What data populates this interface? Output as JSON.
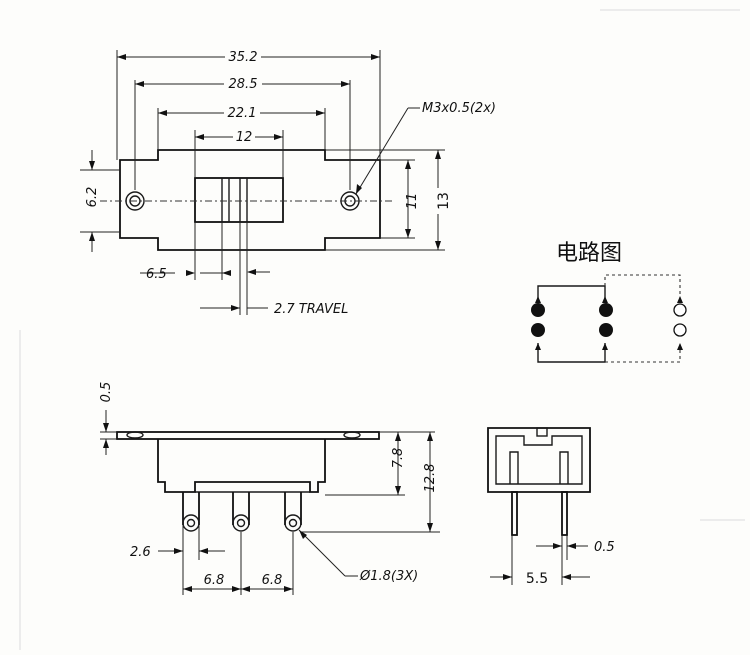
{
  "top_view": {
    "overall_width": "35.2",
    "mount_hole_pitch": "28.5",
    "inner_width": "22.1",
    "slider_width": "12",
    "hole_label": "M3x0.5(2x)",
    "height_inner": "11",
    "height_overall": "13",
    "flange_height": "6.2",
    "offset": "6.5",
    "travel": "2.7 TRAVEL"
  },
  "side_view": {
    "flange_thickness": "0.5",
    "body_height": "7.8",
    "total_height": "12.8",
    "pin_hole_width": "2.6",
    "pin_pitch_1": "6.8",
    "pin_pitch_2": "6.8",
    "pin_hole_diameter": "Ø1.8(3X)"
  },
  "end_view": {
    "pin_thickness": "0.5",
    "pin_spacing": "5.5"
  },
  "circuit": {
    "title": "电路图"
  }
}
